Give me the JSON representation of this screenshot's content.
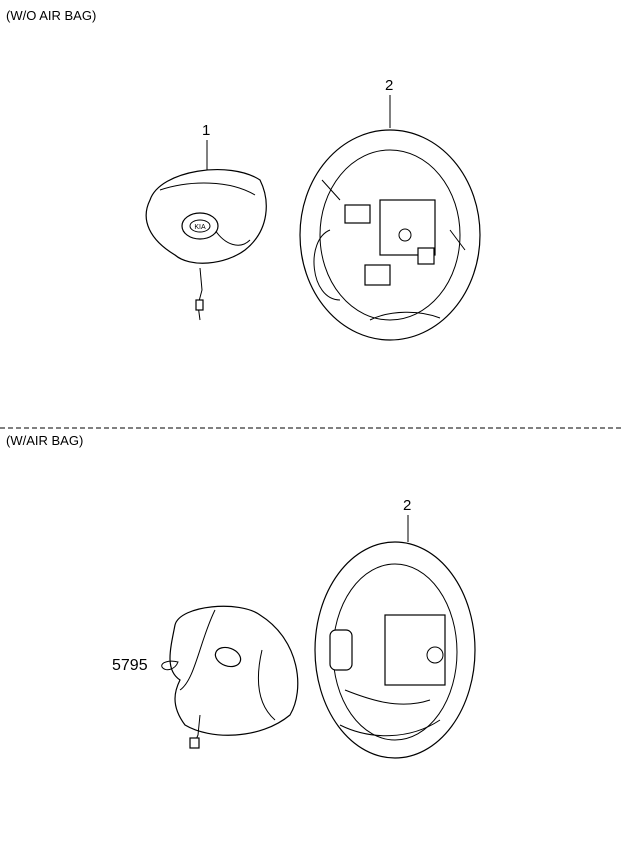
{
  "sections": [
    {
      "title": "(W/O AIR BAG)",
      "callouts": [
        "1",
        "2"
      ]
    },
    {
      "title": "(W/AIR BAG)",
      "callouts": [
        "2",
        "5795"
      ]
    }
  ],
  "logo_text": "KIA"
}
